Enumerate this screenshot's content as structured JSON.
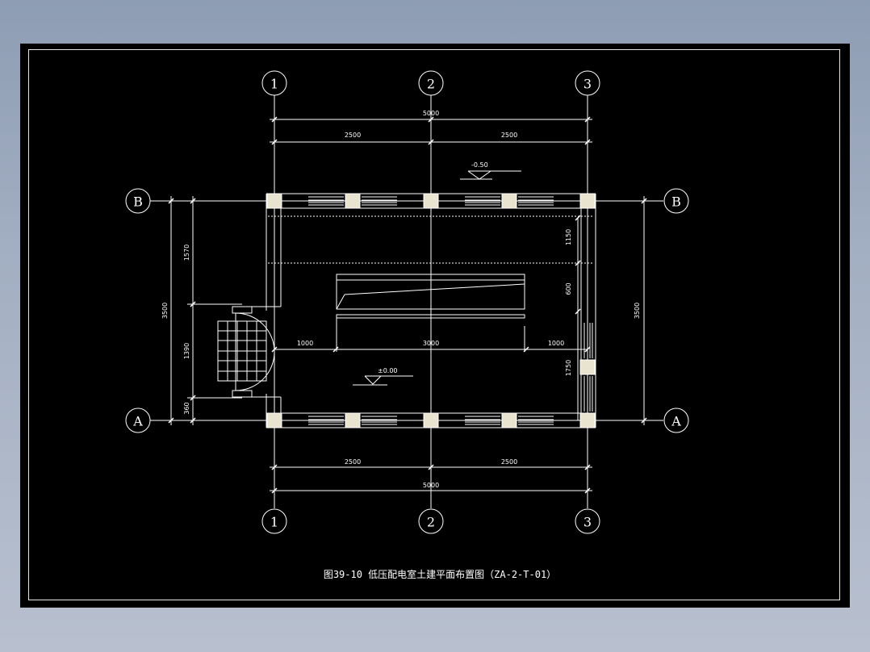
{
  "drawing": {
    "title": "图39-10   低压配电室土建平面布置图（ZA-2-T-01）",
    "colors": {
      "background_outer": "#9aa6ba",
      "sheet": "#000000",
      "lines": "#ffffff",
      "column_fill": "#e8e4d0"
    },
    "grid_axes": {
      "vertical": [
        "1",
        "2",
        "3"
      ],
      "horizontal": [
        "B",
        "A"
      ]
    },
    "dimensions": {
      "top_total": "5000",
      "top_segments": [
        "2500",
        "2500"
      ],
      "bottom_segments": [
        "2500",
        "2500"
      ],
      "bottom_total": "5000",
      "left_total": "3500",
      "left_segments": [
        "1570",
        "1390",
        "360"
      ],
      "right_total": "3500",
      "right_segments": [
        "1150",
        "600",
        "1750"
      ],
      "interior_horizontal": [
        "1000",
        "3000",
        "1000"
      ]
    },
    "elevations": {
      "outside": "-0.50",
      "floor": "±0.00"
    }
  }
}
